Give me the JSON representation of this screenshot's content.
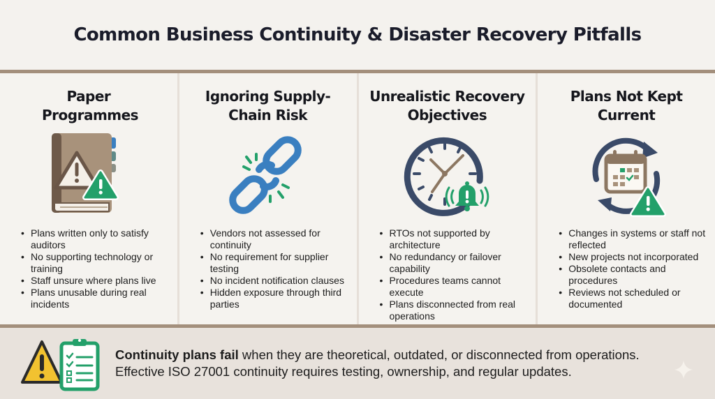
{
  "header": {
    "title": "Common Business Continuity & Disaster Recovery Pitfalls"
  },
  "columns": [
    {
      "title": "Paper Programmes",
      "icon": "warning-book-icon",
      "bullets": [
        "Plans written only to satisfy auditors",
        "No supporting technology or training",
        "Staff unsure where plans live",
        "Plans unusable during real incidents"
      ]
    },
    {
      "title": "Ignoring Supply-Chain Risk",
      "icon": "broken-chain-icon",
      "bullets": [
        "Vendors not assessed for continuity",
        "No requirement for supplier testing",
        "No incident notification clauses",
        "Hidden exposure through third parties"
      ]
    },
    {
      "title": "Unrealistic Recovery Objectives",
      "icon": "clock-alarm-icon",
      "bullets": [
        "RTOs not supported by architecture",
        "No redundancy or failover capability",
        "Procedures teams cannot execute",
        "Plans  disconnected from real operations"
      ]
    },
    {
      "title": "Plans Not Kept Current",
      "icon": "calendar-refresh-warning-icon",
      "bullets": [
        "Changes in systems or staff not reflected",
        "New projects not incorporated",
        "Obsolete contacts and procedures",
        "Reviews not scheduled or documented"
      ]
    }
  ],
  "footer": {
    "bold_lead": "Continuity plans fail",
    "line1_rest": " when they are theoretical, outdated, or disconnected from operations.",
    "line2": "Effective ISO 27001 continuity requires testing, ownership, and regular updates.",
    "icons": [
      "warning-triangle-icon",
      "checklist-clipboard-icon"
    ]
  },
  "colors": {
    "background": "#f4f2ee",
    "rule": "#a38f7c",
    "footer_bg": "#e8e2dc",
    "accent_green": "#23a06a",
    "accent_blue": "#3a7fc0",
    "navy": "#3a4a68",
    "brown": "#8c7762",
    "yellow": "#f2c230"
  }
}
